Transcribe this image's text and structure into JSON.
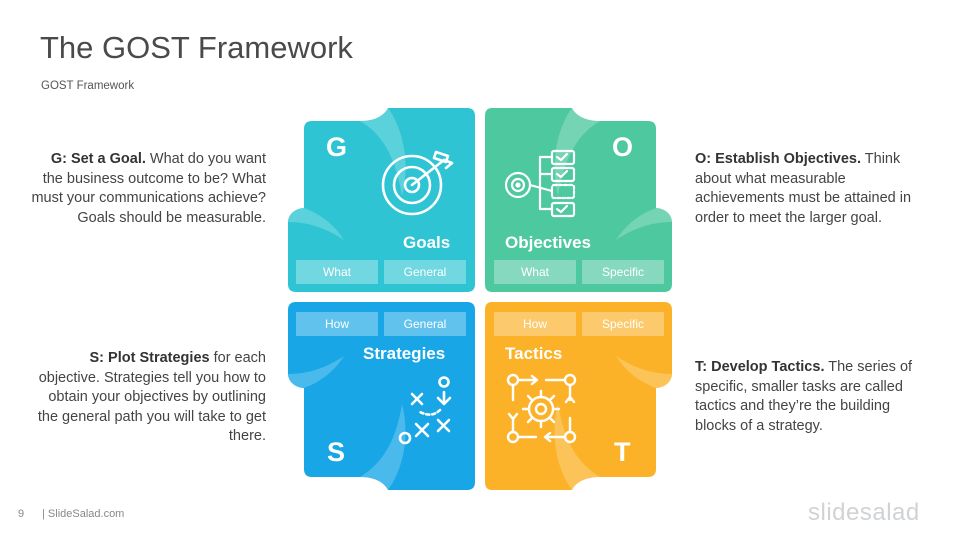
{
  "slide": {
    "title": "The GOST Framework",
    "subtitle": "GOST Framework",
    "page_number": "9",
    "footer_site": "| SlideSalad.com",
    "brand": "slidesalad"
  },
  "colors": {
    "goals": "#2ec4d3",
    "objectives": "#4dc89f",
    "strategies": "#18a6e6",
    "tactics": "#fbb229"
  },
  "quadrants": {
    "goals": {
      "letter": "G",
      "label": "Goals",
      "icon": "target-arrow-icon",
      "tags": [
        "What",
        "General"
      ]
    },
    "objectives": {
      "letter": "O",
      "label": "Objectives",
      "icon": "checklist-icon",
      "tags": [
        "What",
        "Specific"
      ]
    },
    "strategies": {
      "letter": "S",
      "label": "Strategies",
      "icon": "play-diagram-icon",
      "tags": [
        "How",
        "General"
      ]
    },
    "tactics": {
      "letter": "T",
      "label": "Tactics",
      "icon": "gear-process-icon",
      "tags": [
        "How",
        "Specific"
      ]
    }
  },
  "descriptions": {
    "g": {
      "heading": "G: Set a Goal.",
      "body": " What do you want the business outcome to be? What must your communications achieve? Goals should be measurable."
    },
    "o": {
      "heading": "O: Establish Objectives.",
      "body": "  Think about what measurable achievements must be attained in order to meet the larger goal."
    },
    "s": {
      "heading": "S: Plot Strategies",
      "body": " for each objective. Strategies tell you how to obtain your objectives by outlining the general path you will take to get there."
    },
    "t": {
      "heading": "T: Develop Tactics.",
      "body": " The series of specific, smaller tasks are called tactics and they’re the building blocks of a strategy."
    }
  }
}
